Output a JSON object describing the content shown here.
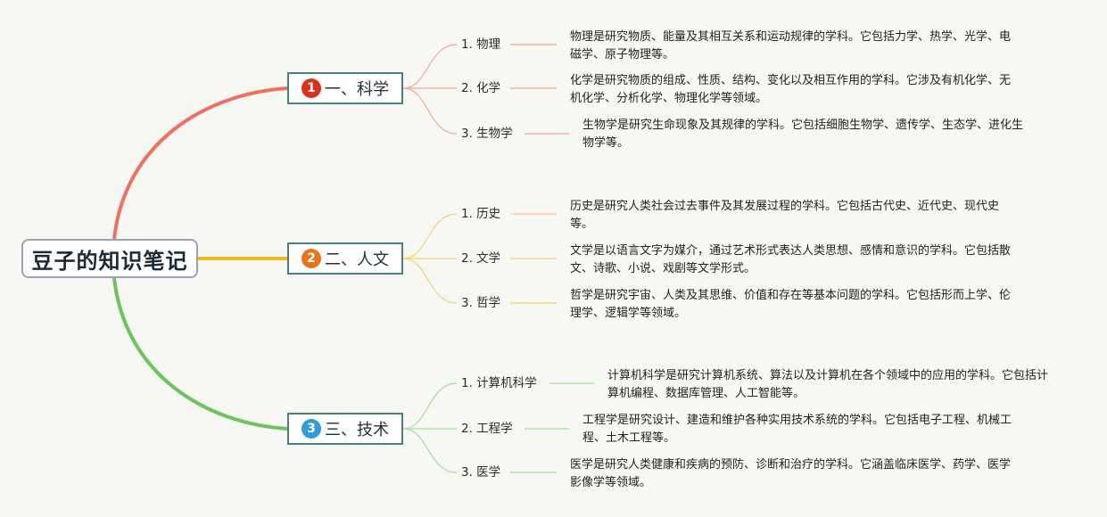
{
  "root": {
    "title": "豆子的知识笔记"
  },
  "colors": {
    "science": "#f07060",
    "humanities": "#f5b820",
    "tech": "#6cc45a",
    "badge_science": "#d8321a",
    "badge_humanities": "#e8741c",
    "badge_tech": "#2f9bd8"
  },
  "branches": [
    {
      "badge": "1",
      "label": "一、科学",
      "topics": [
        {
          "label": "1. 物理",
          "desc": "物理是研究物质、能量及其相互关系和运动规律的学科。它包括力学、热学、光学、电磁学、原子物理等。"
        },
        {
          "label": "2. 化学",
          "desc": "化学是研究物质的组成、性质、结构、变化以及相互作用的学科。它涉及有机化学、无机化学、分析化学、物理化学等领域。"
        },
        {
          "label": "3. 生物学",
          "desc": "生物学是研究生命现象及其规律的学科。它包括细胞生物学、遗传学、生态学、进化生物学等。"
        }
      ]
    },
    {
      "badge": "2",
      "label": "二、人文",
      "topics": [
        {
          "label": "1. 历史",
          "desc": "历史是研究人类社会过去事件及其发展过程的学科。它包括古代史、近代史、现代史等。"
        },
        {
          "label": "2. 文学",
          "desc": "文学是以语言文字为媒介，通过艺术形式表达人类思想、感情和意识的学科。它包括散文、诗歌、小说、戏剧等文学形式。"
        },
        {
          "label": "3. 哲学",
          "desc": "哲学是研究宇宙、人类及其思维、价值和存在等基本问题的学科。它包括形而上学、伦理学、逻辑学等领域。"
        }
      ]
    },
    {
      "badge": "3",
      "label": "三、技术",
      "topics": [
        {
          "label": "1. 计算机科学",
          "desc": "计算机科学是研究计算机系统、算法以及计算机在各个领域中的应用的学科。它包括计算机编程、数据库管理、人工智能等。"
        },
        {
          "label": "2. 工程学",
          "desc": "工程学是研究设计、建造和维护各种实用技术系统的学科。它包括电子工程、机械工程、土木工程等。"
        },
        {
          "label": "3. 医学",
          "desc": "医学是研究人类健康和疾病的预防、诊断和治疗的学科。它涵盖临床医学、药学、医学影像学等领域。"
        }
      ]
    }
  ]
}
